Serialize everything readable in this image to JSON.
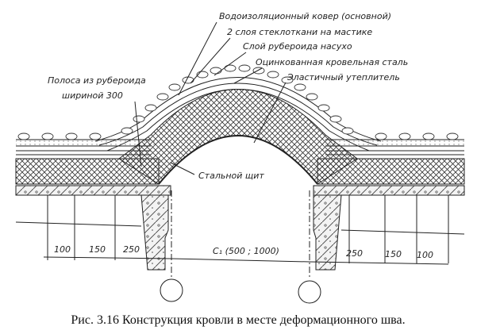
{
  "labels": {
    "waterproof_carpet": "Водоизоляционный ковер (основной)",
    "fiberglass_layers": "2 слоя стеклоткани на мастике",
    "ruberoid_dry": "Слой рубероида насухо",
    "galvanized_steel": "Оцинкованная кровельная сталь",
    "elastic_insulation": "Эластичный утеплитель",
    "ruberoid_strip_line1": "Полоса из рубероида",
    "ruberoid_strip_line2": "шириной 300",
    "steel_shield": "Стальной щит"
  },
  "dimensions": {
    "left": [
      "100",
      "150",
      "250"
    ],
    "center": "C₁ (500 ; 1000)",
    "right": [
      "250",
      "150",
      "100"
    ]
  },
  "caption": "Рис. 3.16 Конструкция кровли в месте деформационного шва."
}
